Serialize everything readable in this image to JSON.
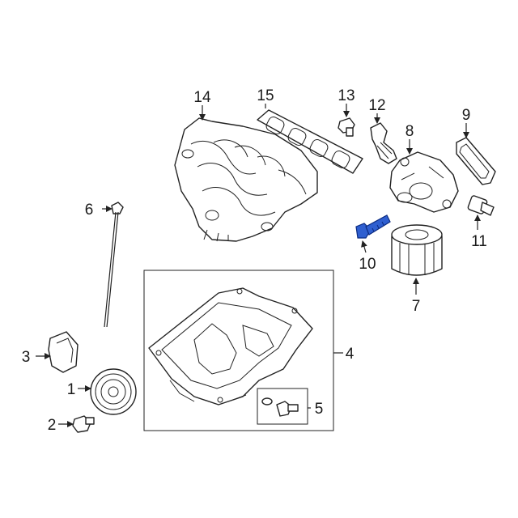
{
  "callouts": {
    "c1": "1",
    "c2": "2",
    "c3": "3",
    "c4": "4",
    "c5": "5",
    "c6": "6",
    "c7": "7",
    "c8": "8",
    "c9": "9",
    "c10": "10",
    "c11": "11",
    "c12": "12",
    "c13": "13",
    "c14": "14",
    "c15": "15"
  },
  "highlighted_part": "10",
  "colors": {
    "line": "#222222",
    "highlight": "#2f5fd0",
    "background": "#ffffff"
  },
  "icons": [
    "arrow-icon"
  ]
}
